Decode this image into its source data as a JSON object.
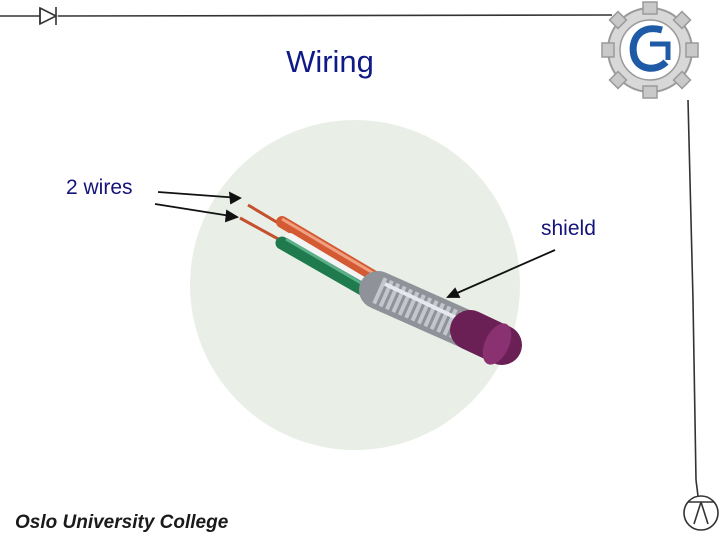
{
  "slide": {
    "title": "Wiring",
    "footer": "Oslo University College"
  },
  "labels": {
    "wires": "2 wires",
    "shield": "shield"
  },
  "icons": {
    "diode": "diode-icon",
    "logo": "gear-logo-icon",
    "bottom": "circuit-symbol-icon"
  },
  "colors": {
    "title": "#0f1a86",
    "wire_red": "#c4502e",
    "wire_green": "#1f7a4e",
    "jacket": "#6a1f55"
  }
}
